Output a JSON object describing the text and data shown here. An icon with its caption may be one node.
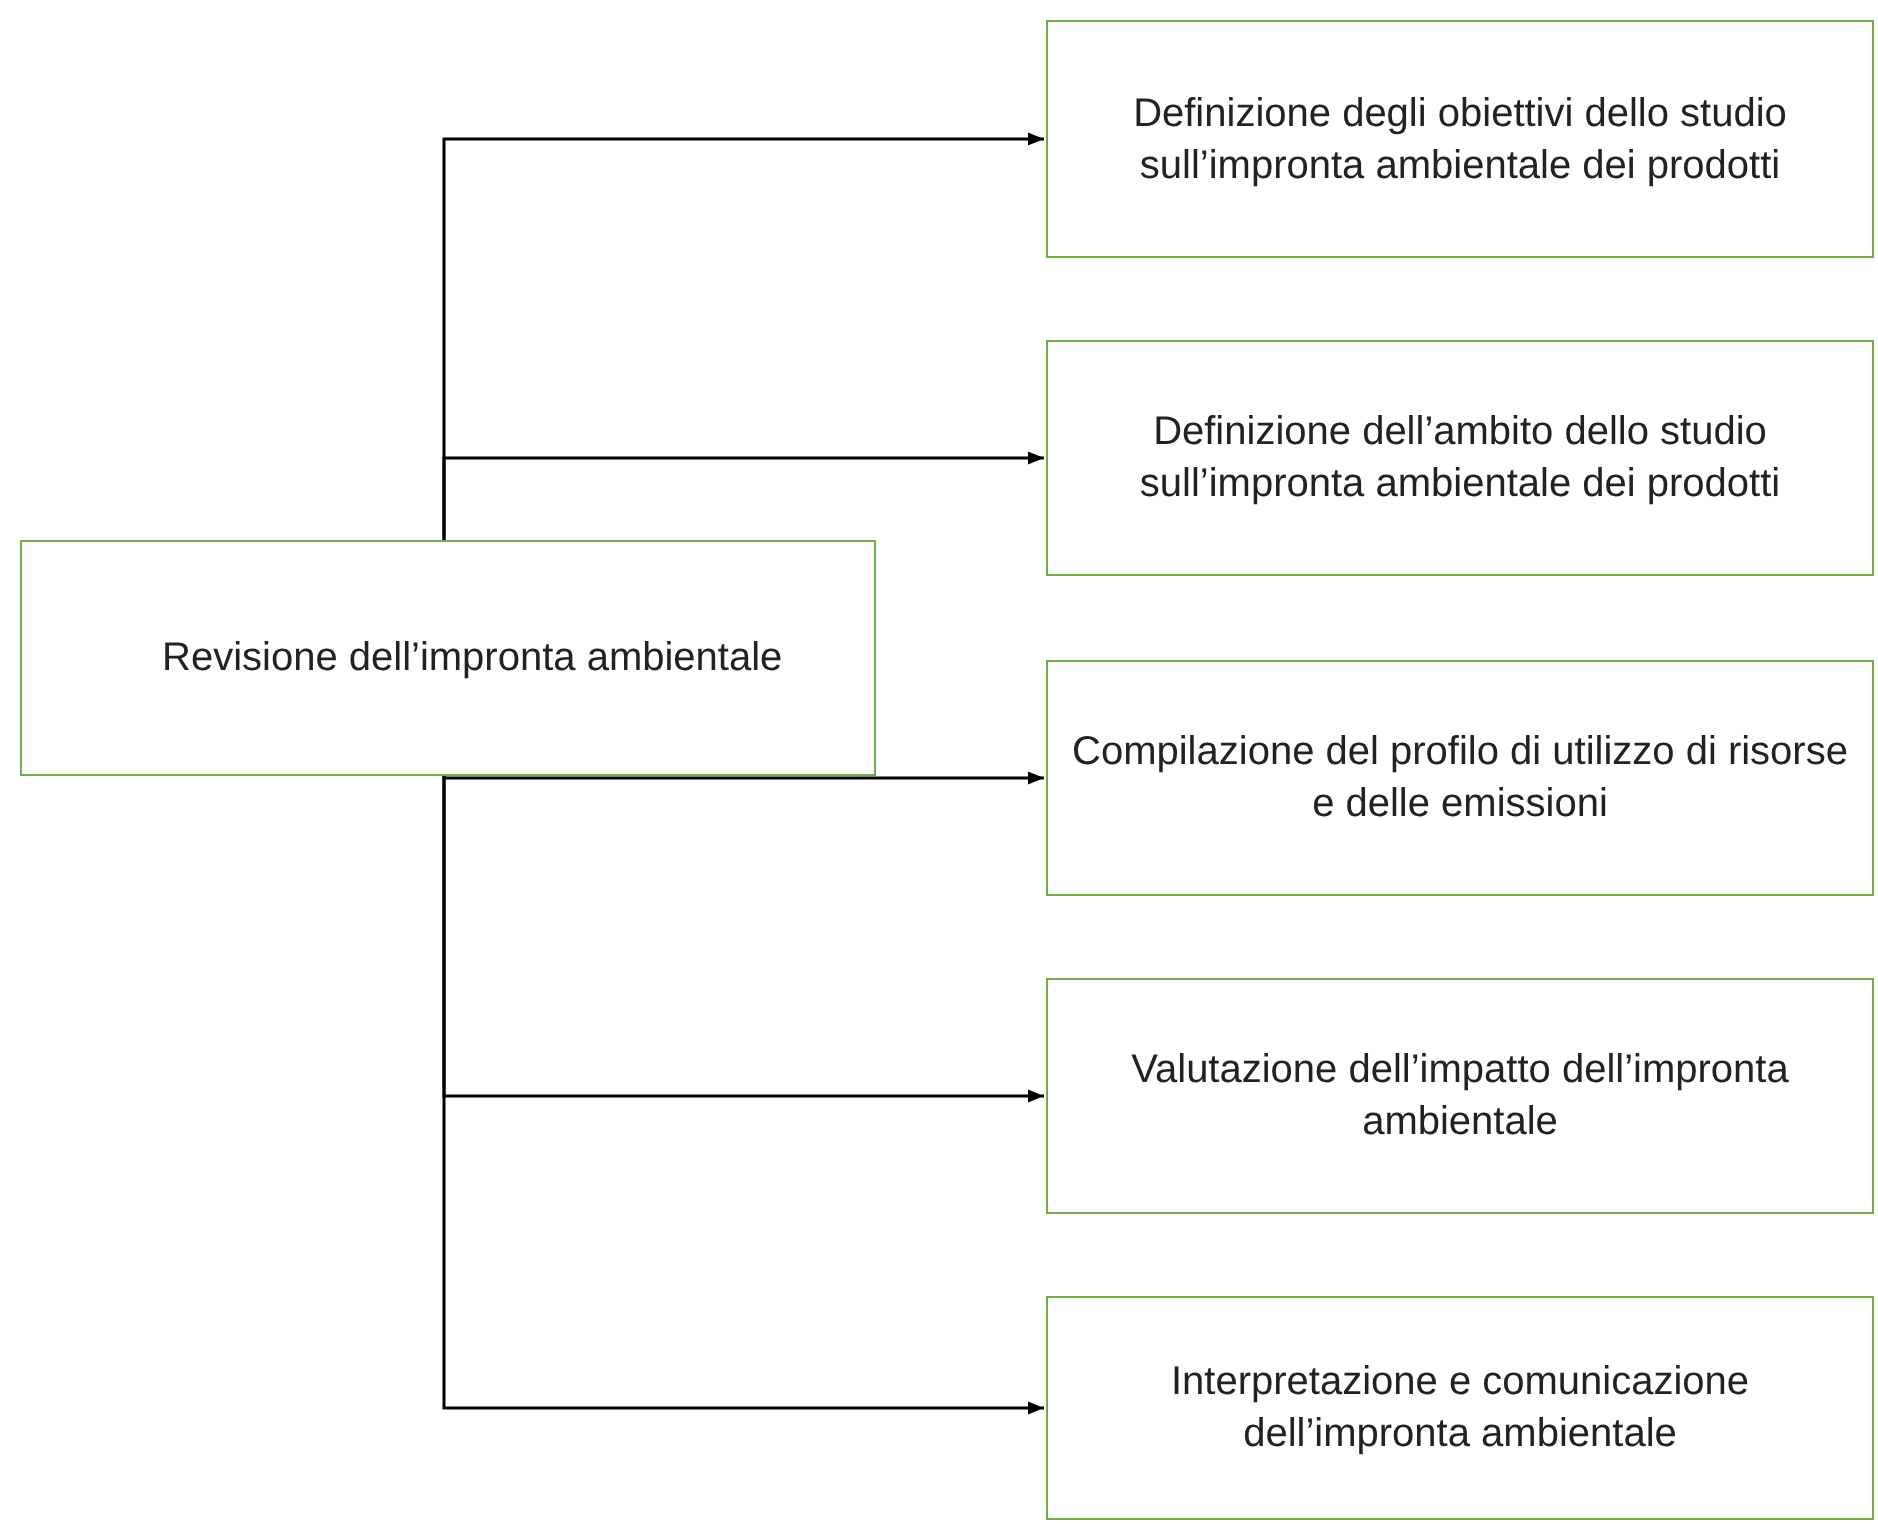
{
  "diagram": {
    "nodes": [
      {
        "text": [
          "Revisione dell’impronta ambientale"
        ]
      },
      {
        "text": [
          "Definizione degli obiettivi dello studio sull’impronta ambientale dei prodotti"
        ]
      },
      {
        "text": [
          "Definizione dell’ambito dello studio sull’impronta ambientale dei prodotti"
        ]
      },
      {
        "text": [
          "Compilazione del profilo di utilizzo di risorse e delle emissioni"
        ]
      },
      {
        "text": [
          "Valutazione dell’impatto dell’impronta ambientale"
        ]
      },
      {
        "text": [
          "Interpretazione e comunicazione dell’impronta ambientale"
        ]
      }
    ],
    "edges": [
      {
        "from": 0,
        "to": 1,
        "arrow": "to"
      },
      {
        "from": 0,
        "to": 2,
        "arrow": "to"
      },
      {
        "from": 0,
        "to": 3,
        "arrow": "to"
      },
      {
        "from": 0,
        "to": 4,
        "arrow": "to"
      },
      {
        "from": 0,
        "to": 5,
        "arrow": "to"
      }
    ]
  }
}
